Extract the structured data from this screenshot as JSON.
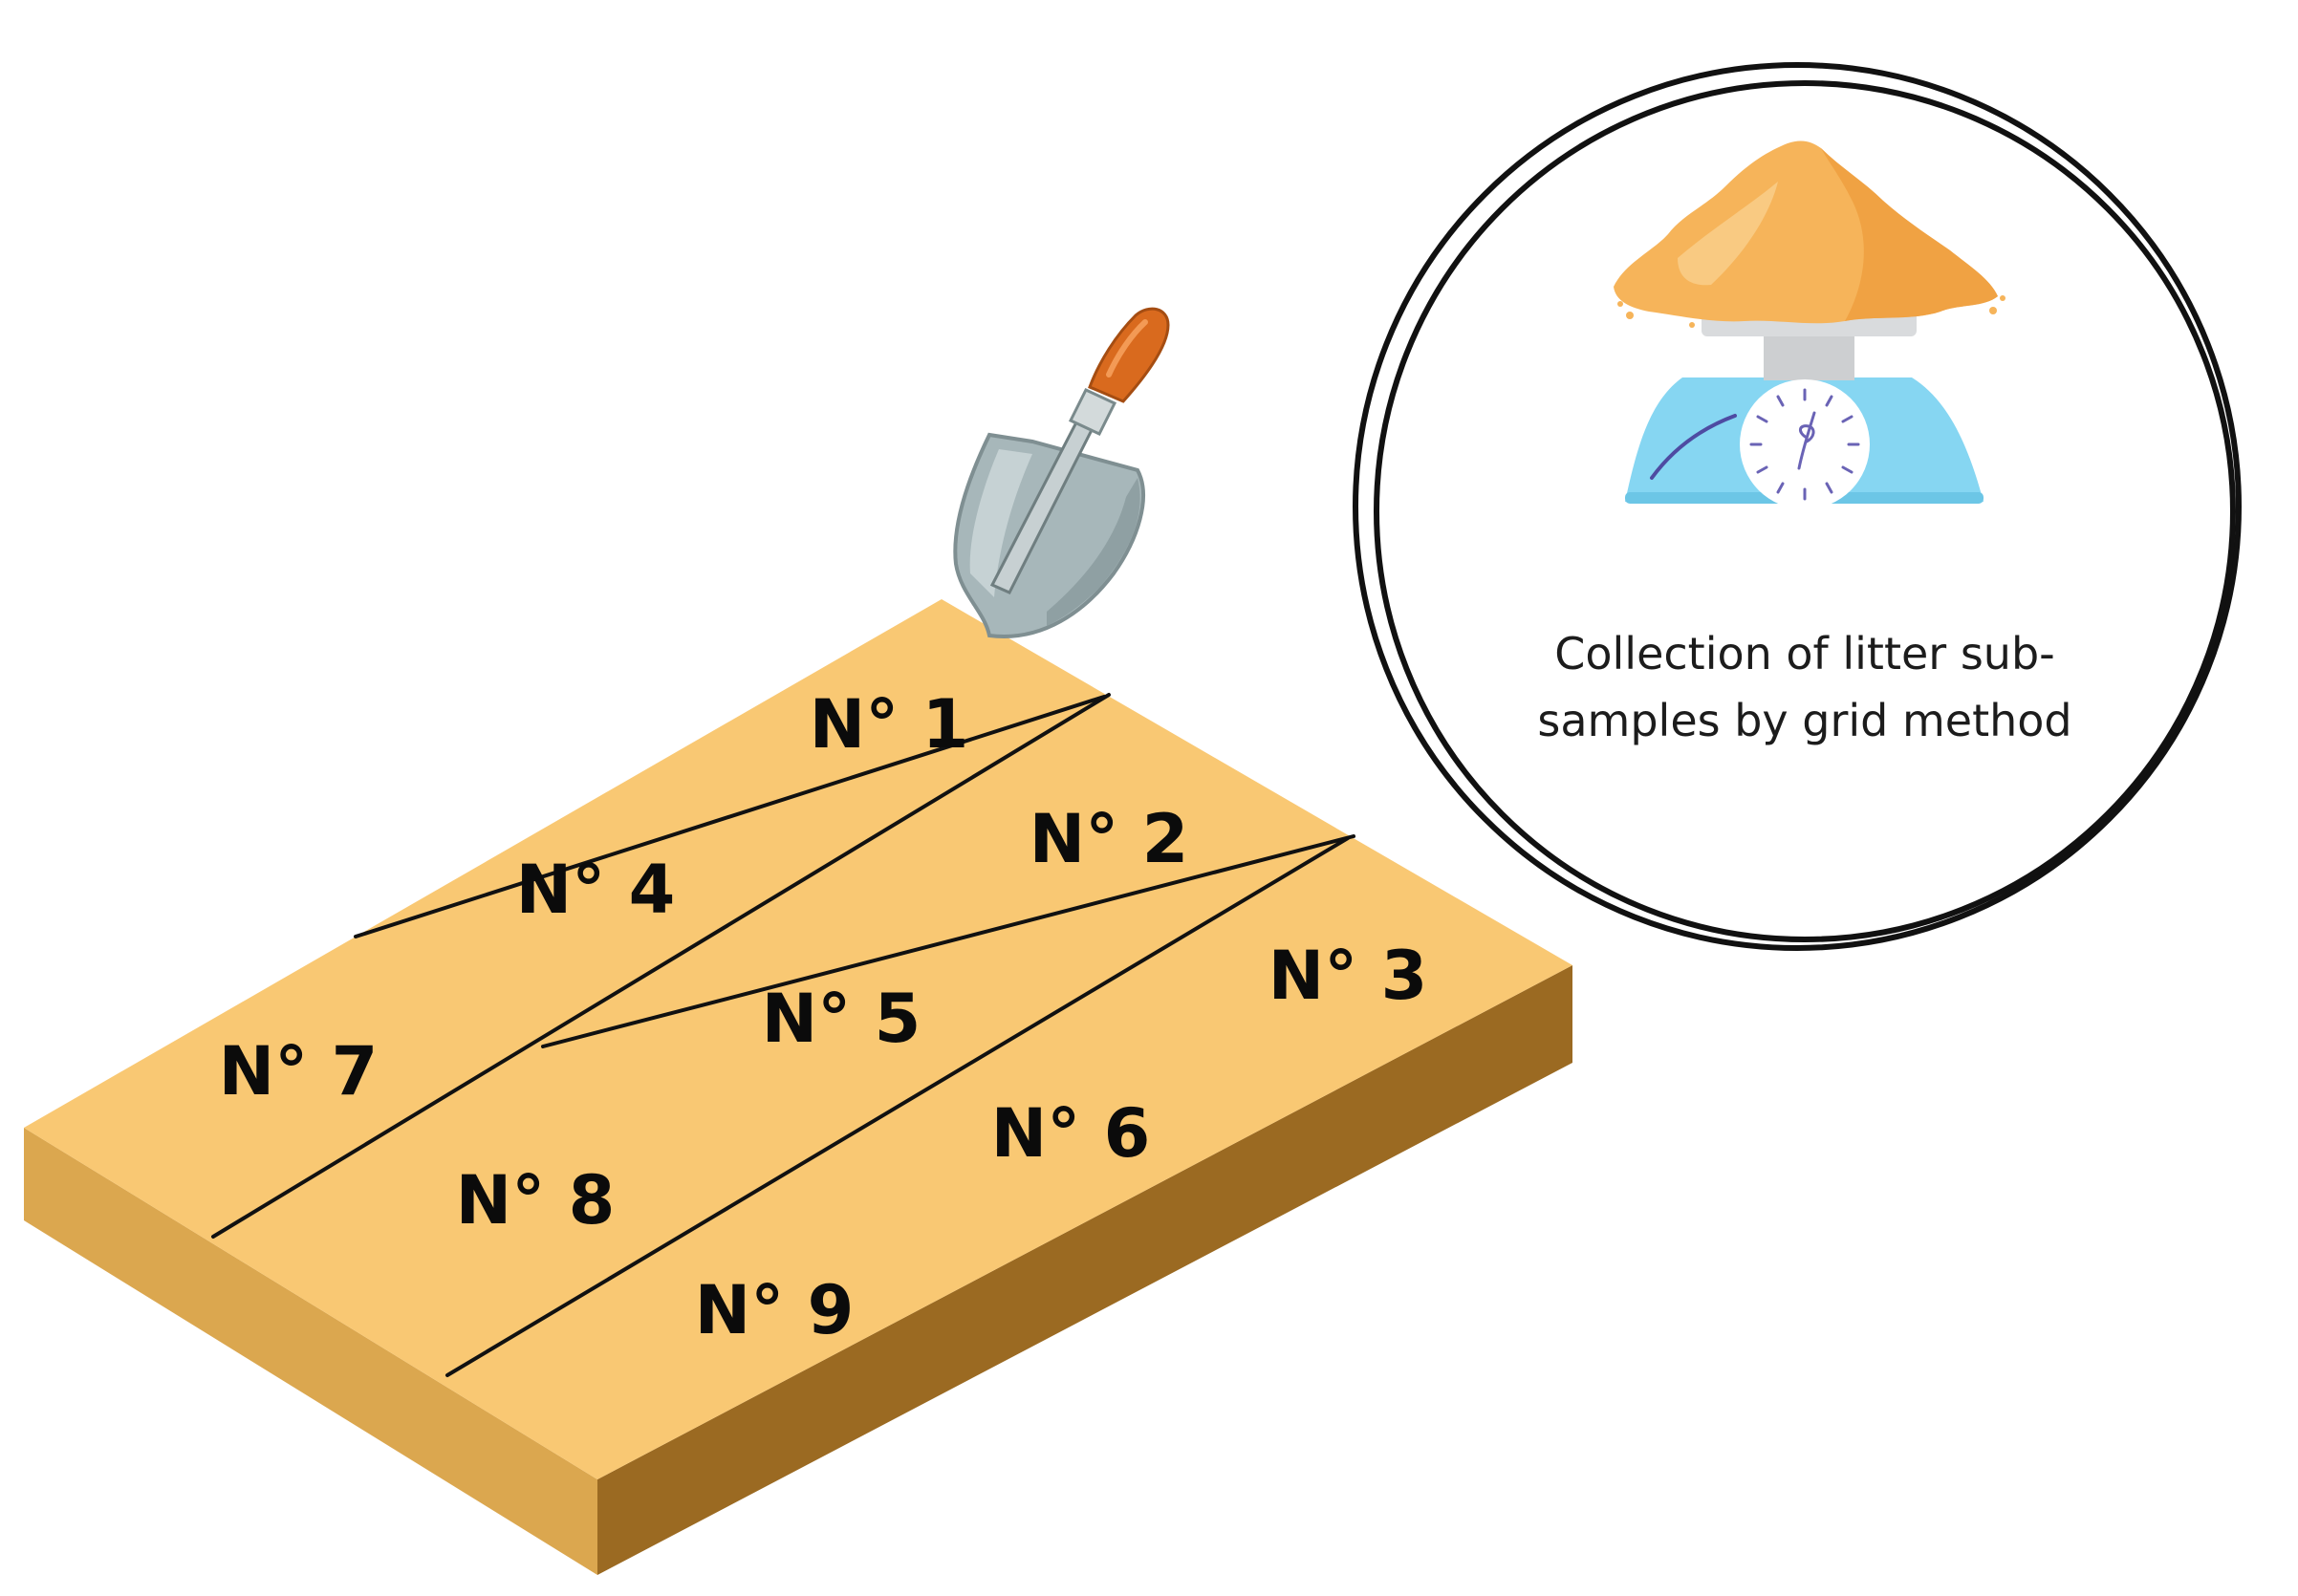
{
  "grid": {
    "cells": [
      {
        "id": "1",
        "label": "N° 1"
      },
      {
        "id": "2",
        "label": "N° 2"
      },
      {
        "id": "3",
        "label": "N° 3"
      },
      {
        "id": "4",
        "label": "N° 4"
      },
      {
        "id": "5",
        "label": "N° 5"
      },
      {
        "id": "6",
        "label": "N° 6"
      },
      {
        "id": "7",
        "label": "N° 7"
      },
      {
        "id": "8",
        "label": "N° 8"
      },
      {
        "id": "9",
        "label": "N° 9"
      }
    ]
  },
  "callout": {
    "caption_line1": "Collection of litter sub-",
    "caption_line2": "samples by grid method"
  },
  "colors": {
    "board_top": "#F9C873",
    "board_front": "#DBA74F",
    "board_right": "#9B6A22",
    "grid_line": "#111111",
    "litter": "#F6B45A",
    "scale_body": "#86D6F2",
    "scale_dial": "#FFFFFF",
    "trowel_blade": "#A7B7BA",
    "trowel_handle": "#D96A1E"
  },
  "icons": [
    "trowel-icon",
    "scale-icon",
    "litter-pile-icon"
  ]
}
